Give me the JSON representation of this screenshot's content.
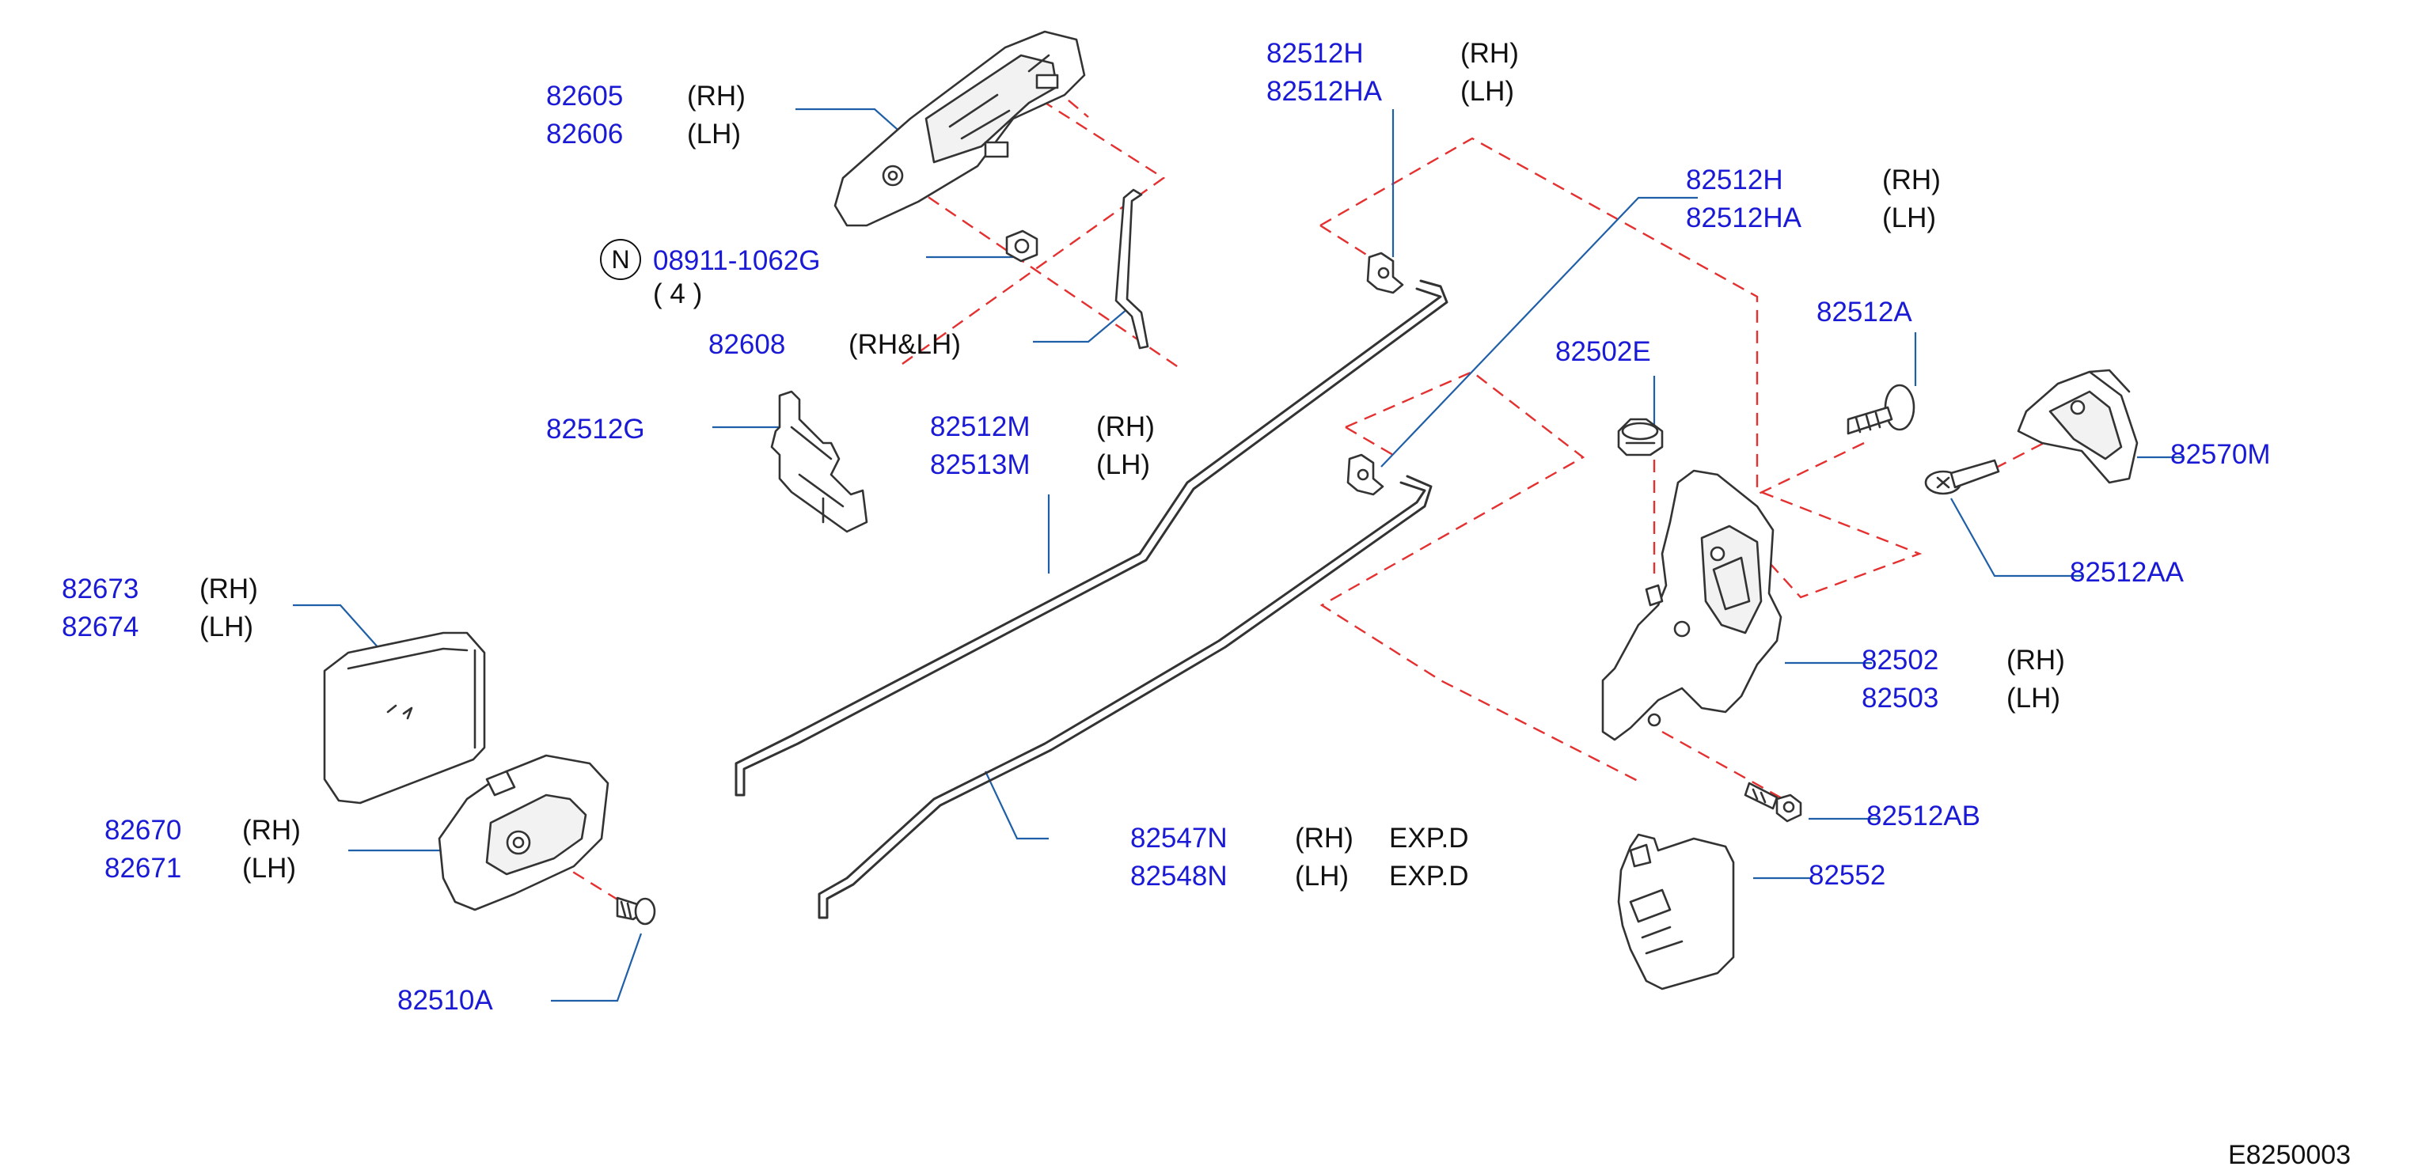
{
  "diagram_code": "E8250003",
  "callouts": {
    "c82605": {
      "part": "82605",
      "side": "(RH)"
    },
    "c82606": {
      "part": "82606",
      "side": "(LH)"
    },
    "c08911": {
      "marker": "N",
      "part": "08911-1062G",
      "qty": "( 4 )"
    },
    "c82608": {
      "part": "82608",
      "side": "(RH&LH)"
    },
    "c82512G": {
      "part": "82512G"
    },
    "c82512M": {
      "part": "82512M",
      "side": "(RH)"
    },
    "c82513M": {
      "part": "82513M",
      "side": "(LH)"
    },
    "c82673": {
      "part": "82673",
      "side": "(RH)"
    },
    "c82674": {
      "part": "82674",
      "side": "(LH)"
    },
    "c82670": {
      "part": "82670",
      "side": "(RH)"
    },
    "c82671": {
      "part": "82671",
      "side": "(LH)"
    },
    "c82510A": {
      "part": "82510A"
    },
    "c82512H_top": {
      "part": "82512H",
      "side": "(RH)"
    },
    "c82512HA_top": {
      "part": "82512HA",
      "side": "(LH)"
    },
    "c82512H_mid": {
      "part": "82512H",
      "side": "(RH)"
    },
    "c82512HA_mid": {
      "part": "82512HA",
      "side": "(LH)"
    },
    "c82547N": {
      "part": "82547N",
      "side": "(RH)",
      "note": "EXP.D"
    },
    "c82548N": {
      "part": "82548N",
      "side": "(LH)",
      "note": "EXP.D"
    },
    "c82502E": {
      "part": "82502E"
    },
    "c82512A": {
      "part": "82512A"
    },
    "c82570M": {
      "part": "82570M"
    },
    "c82512AA": {
      "part": "82512AA"
    },
    "c82502": {
      "part": "82502",
      "side": "(RH)"
    },
    "c82503": {
      "part": "82503",
      "side": "(LH)"
    },
    "c82512AB": {
      "part": "82512AB"
    },
    "c82552": {
      "part": "82552"
    }
  },
  "colors": {
    "part_number": "#1a1ad6",
    "side_text": "#111111",
    "leader": "#1f5fa8",
    "phantom_line": "#e53030",
    "part_outline": "#333333"
  }
}
